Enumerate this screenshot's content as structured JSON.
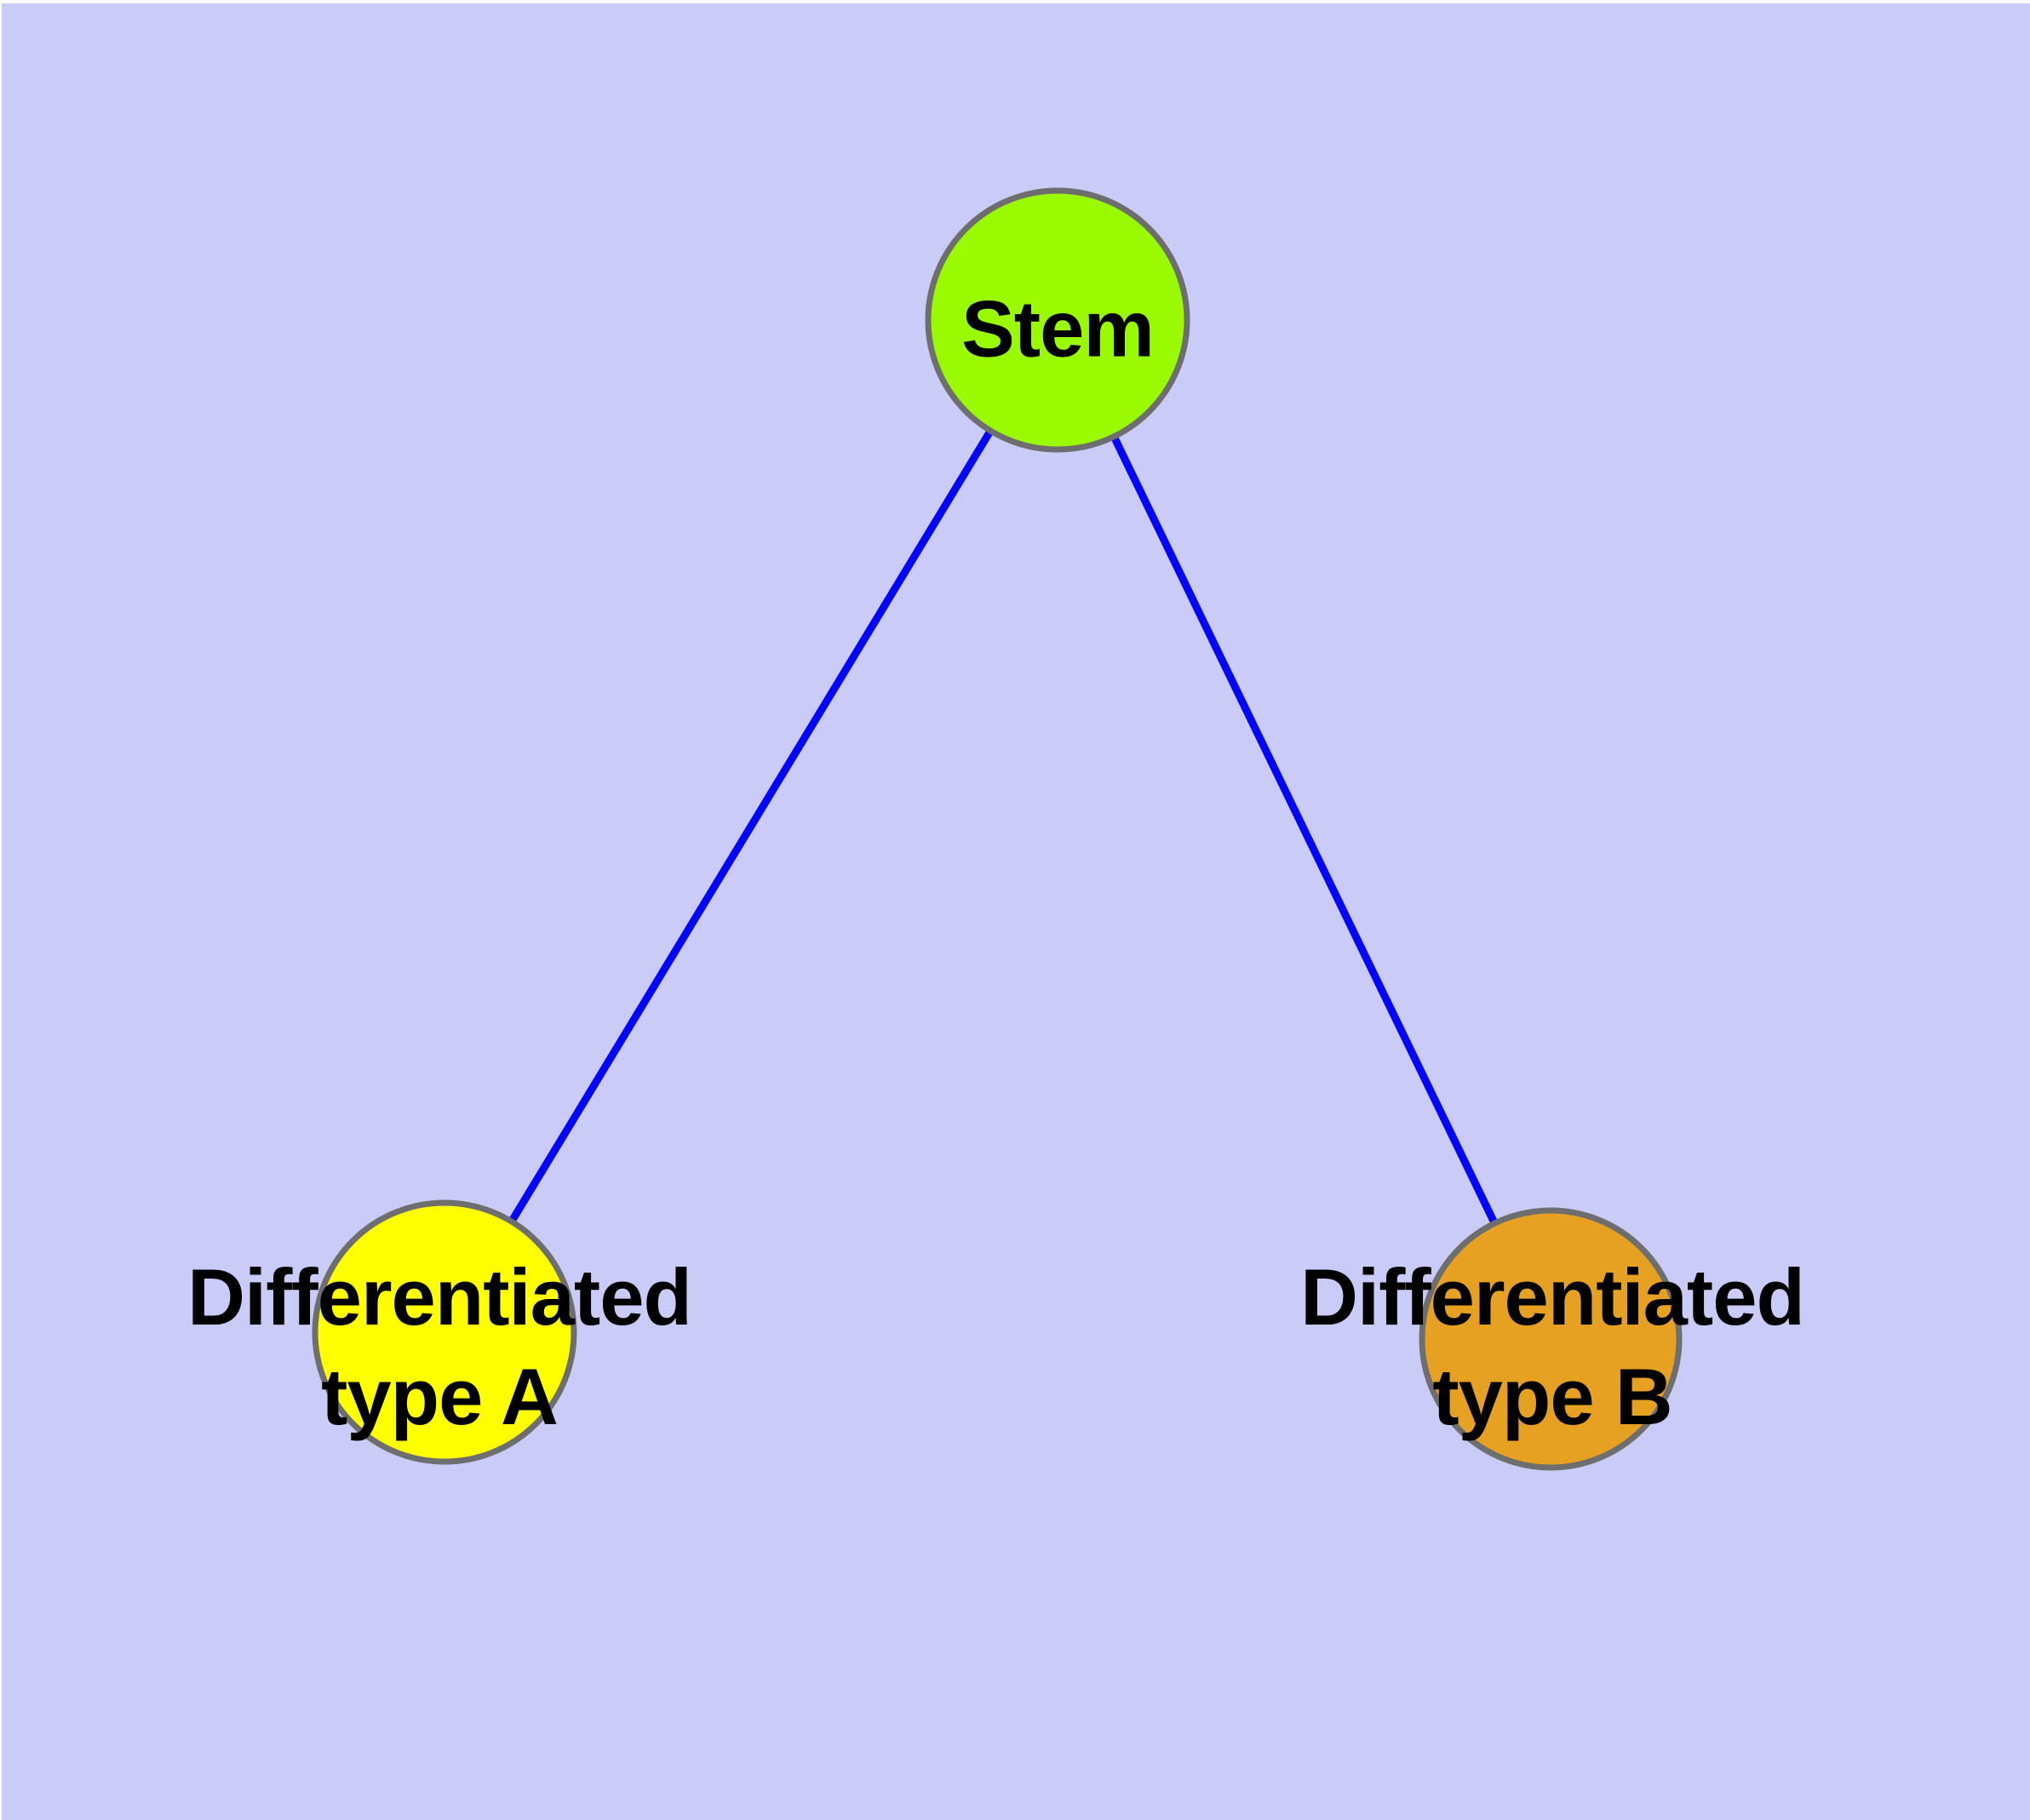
{
  "diagram": {
    "type": "graph",
    "background_color": "#cbcbf8",
    "edge_color": "#0404f8",
    "node_border_color": "#6e6e6e",
    "label_color": "#000000",
    "nodes": {
      "stem": {
        "label": "Stem",
        "fill": "#9afa02"
      },
      "type_a": {
        "label_lines": [
          "Differentiated",
          "type A"
        ],
        "fill": "#ffff00"
      },
      "type_b": {
        "label_lines": [
          "Differentiated",
          "type B"
        ],
        "fill": "#e7a122"
      }
    },
    "edges": [
      {
        "from": "Stem",
        "to": "Differentiated type A"
      },
      {
        "from": "Stem",
        "to": "Differentiated type B"
      }
    ]
  }
}
